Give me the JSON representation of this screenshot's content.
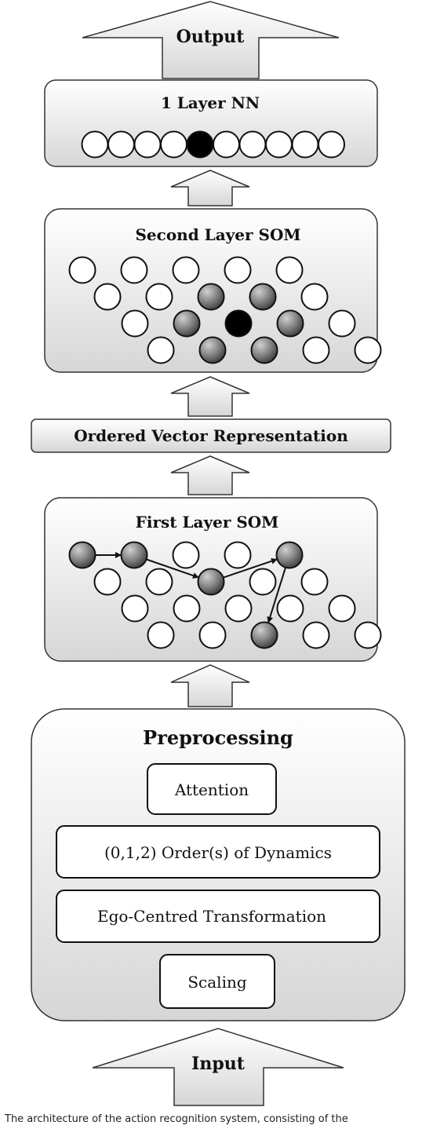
{
  "labels": {
    "output": "Output",
    "nn_layer": "1 Layer NN",
    "second_som": "Second Layer SOM",
    "ordered_vector": "Ordered Vector Representation",
    "first_som": "First Layer SOM",
    "preprocessing": "Preprocessing",
    "attention": "Attention",
    "dynamics": "(0,1,2) Order(s) of Dynamics",
    "ego": "Ego-Centred Transformation",
    "scaling": "Scaling",
    "input": "Input"
  },
  "caption": "The architecture of the action recognition system, consisting of the",
  "colors": {
    "panel_top": "#ffffff",
    "panel_bottom": "#d9d9d9",
    "stroke": "#333333",
    "active_node": "#000000",
    "neighbor_node": "#7a7a7a",
    "idle_node": "#ffffff"
  },
  "nn_nodes": [
    "idle",
    "idle",
    "idle",
    "idle",
    "active",
    "idle",
    "idle",
    "idle",
    "idle",
    "idle"
  ],
  "second_som_nodes": [
    "idle",
    "idle",
    "idle",
    "idle",
    "idle",
    "idle",
    "idle",
    "neighbor",
    "neighbor",
    "idle",
    "idle",
    "neighbor",
    "active",
    "neighbor",
    "idle",
    "idle",
    "neighbor",
    "neighbor",
    "idle",
    "idle"
  ],
  "first_som_nodes": [
    "neighbor",
    "neighbor",
    "idle",
    "idle",
    "neighbor",
    "idle",
    "idle",
    "neighbor",
    "idle",
    "idle",
    "idle",
    "idle",
    "idle",
    "idle",
    "idle",
    "idle",
    "idle",
    "neighbor",
    "idle",
    "idle"
  ],
  "first_som_trajectory": [
    0,
    1,
    7,
    4,
    17
  ]
}
